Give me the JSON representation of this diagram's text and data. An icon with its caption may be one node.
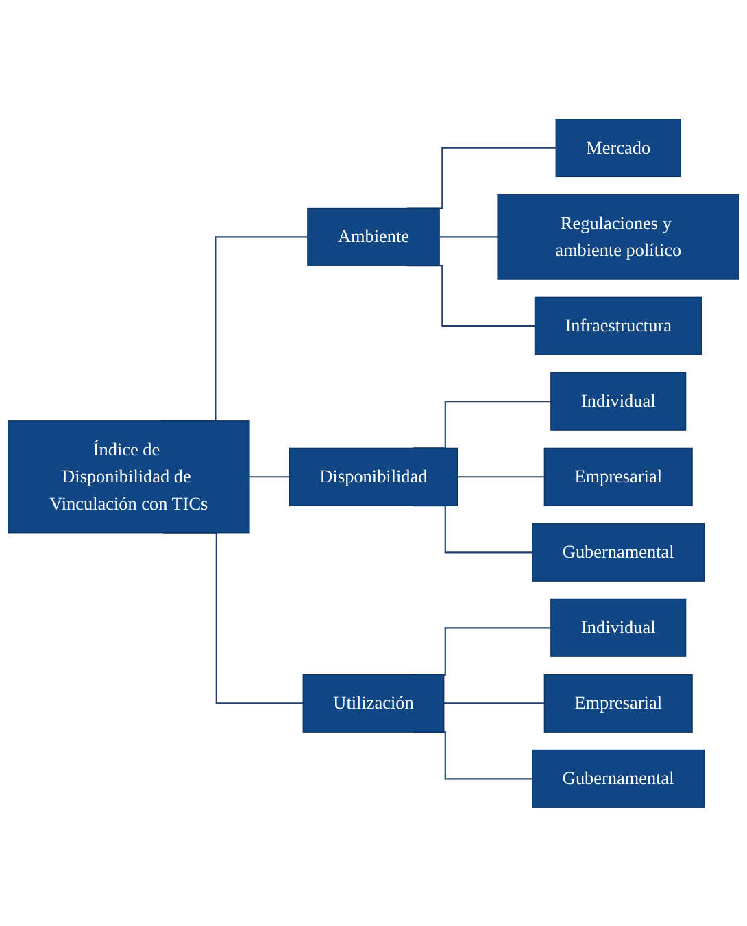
{
  "diagram": {
    "nodes": [
      {
        "text": [
          "Índice de Disponibilidad de Vinculación con TICs"
        ]
      },
      {
        "text": [
          "Ambiente"
        ]
      },
      {
        "text": [
          "Mercado"
        ]
      },
      {
        "text": [
          "Regulaciones y ambiente político"
        ]
      },
      {
        "text": [
          "Infraestructura"
        ]
      },
      {
        "text": [
          "Disponibilidad"
        ]
      },
      {
        "text": [
          "Individual"
        ]
      },
      {
        "text": [
          "Empresarial"
        ]
      },
      {
        "text": [
          "Gubernamental"
        ]
      },
      {
        "text": [
          "Utilización"
        ]
      },
      {
        "text": [
          "Individual"
        ]
      },
      {
        "text": [
          "Empresarial"
        ]
      },
      {
        "text": [
          "Gubernamental"
        ]
      }
    ],
    "edges": [
      {
        "from": 0,
        "to": 1,
        "arrow": "none"
      },
      {
        "from": 1,
        "to": 2,
        "arrow": "none"
      },
      {
        "from": 1,
        "to": 3,
        "arrow": "none"
      },
      {
        "from": 1,
        "to": 4,
        "arrow": "none"
      },
      {
        "from": 0,
        "to": 5,
        "arrow": "none"
      },
      {
        "from": 5,
        "to": 6,
        "arrow": "none"
      },
      {
        "from": 5,
        "to": 7,
        "arrow": "none"
      },
      {
        "from": 5,
        "to": 8,
        "arrow": "none"
      },
      {
        "from": 0,
        "to": 9,
        "arrow": "none"
      },
      {
        "from": 9,
        "to": 10,
        "arrow": "none"
      },
      {
        "from": 9,
        "to": 11,
        "arrow": "none"
      },
      {
        "from": 9,
        "to": 12,
        "arrow": "none"
      }
    ]
  }
}
